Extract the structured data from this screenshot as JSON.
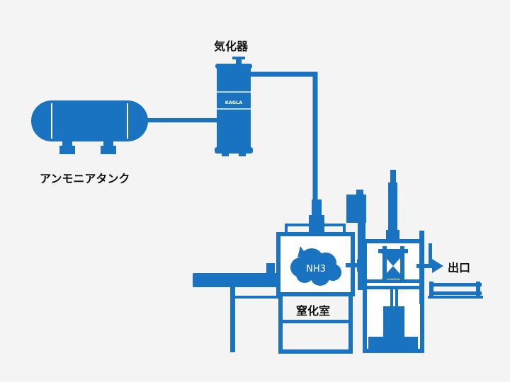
{
  "labels": {
    "vaporizer": "気化器",
    "ammonia_tank": "アンモニアタンク",
    "nitriding_chamber": "窒化室",
    "outlet": "出口",
    "gas": "NH3",
    "vaporizer_brand": "KAGLA"
  },
  "colors": {
    "primary": "#1a73c0",
    "dark": "#0e5a9c",
    "background": "#f4f4f4",
    "text": "#111111"
  }
}
